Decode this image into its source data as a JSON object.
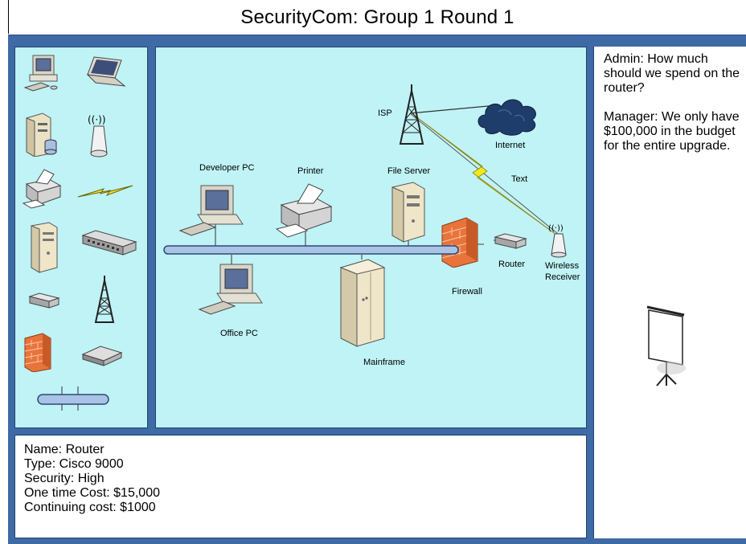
{
  "title": "SecurityCom: Group 1 Round 1",
  "palette": {
    "items": [
      {
        "name": "desktop-pc-icon"
      },
      {
        "name": "laptop-icon"
      },
      {
        "name": "server-database-icon"
      },
      {
        "name": "wireless-antenna-icon"
      },
      {
        "name": "printer-icon"
      },
      {
        "name": "lightning-link-icon"
      },
      {
        "name": "file-server-icon"
      },
      {
        "name": "switch-icon"
      },
      {
        "name": "router-icon"
      },
      {
        "name": "radio-tower-icon"
      },
      {
        "name": "firewall-icon"
      },
      {
        "name": "modem-icon"
      },
      {
        "name": "bus-line-icon"
      }
    ]
  },
  "canvas": {
    "labels": {
      "isp": "ISP",
      "internet": "Internet",
      "text_link": "Text",
      "developer_pc": "Developer PC",
      "printer": "Printer",
      "file_server": "File Server",
      "router": "Router",
      "wireless_receiver_line1": "Wireless",
      "wireless_receiver_line2": "Receiver",
      "firewall": "Firewall",
      "office_pc": "Office PC",
      "mainframe": "Mainframe"
    }
  },
  "chat": {
    "messages": [
      "Admin:  How much should we spend on the router?",
      "Manager: We only have $100,000 in the budget for the entire upgrade."
    ]
  },
  "info": {
    "name": "Name: Router",
    "type": "Type: Cisco 9000",
    "security": "Security: High",
    "one_time_cost": "One time Cost:  $15,000",
    "continuing_cost": "Continuing cost: $1000"
  },
  "colors": {
    "frame": "#3e6aa6",
    "panel": "#bff3f5",
    "bus": "#a9c3e6",
    "firewall": "#e8743b",
    "cloud": "#1f3d6b",
    "lightning": "#f4e81c"
  }
}
